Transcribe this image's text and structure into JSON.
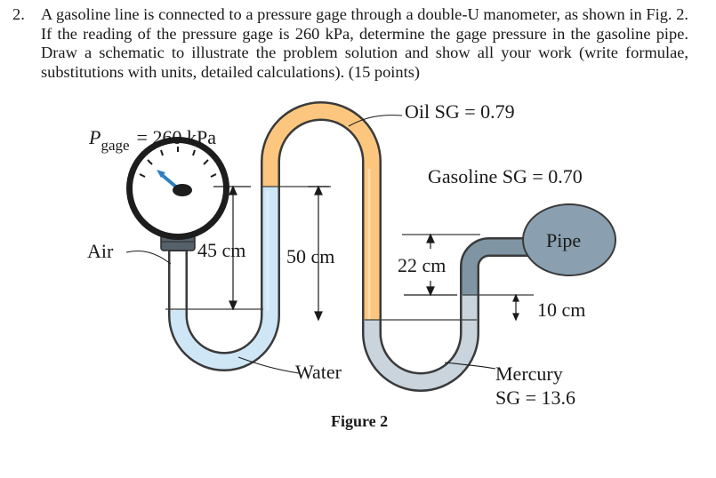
{
  "problem": {
    "number": "2.",
    "text": "A gasoline line is connected to a pressure gage through a double-U manometer, as shown in Fig. 2. If the reading of the pressure gage is 260 kPa, determine the gage pressure in the gasoline pipe. Draw a schematic to illustrate the problem solution and show all your work (write formulae, substitutions with units, detailed calculations). (15 points)"
  },
  "figure": {
    "pgage_symbol": "P",
    "pgage_subscript": "gage",
    "pgage_value": "= 260 kPa",
    "oil_label": "Oil SG = 0.79",
    "gasoline_label": "Gasoline SG = 0.70",
    "pipe_label": "Pipe",
    "air_label": "Air",
    "dim_45": "45 cm",
    "dim_50": "50 cm",
    "dim_22": "22 cm",
    "dim_10": "10 cm",
    "water_label": "Water",
    "mercury_label": "Mercury",
    "mercury_sg": "SG = 13.6",
    "caption": "Figure 2"
  },
  "colors": {
    "oil": "#fdc67e",
    "water": "#cfe6f7",
    "mercury": "#c9d4dd",
    "gasoline": "#7f95a4",
    "pipe_body": "#8aa0b0",
    "air": "#ffffff",
    "gage_arrow": "#2c7fc3"
  }
}
